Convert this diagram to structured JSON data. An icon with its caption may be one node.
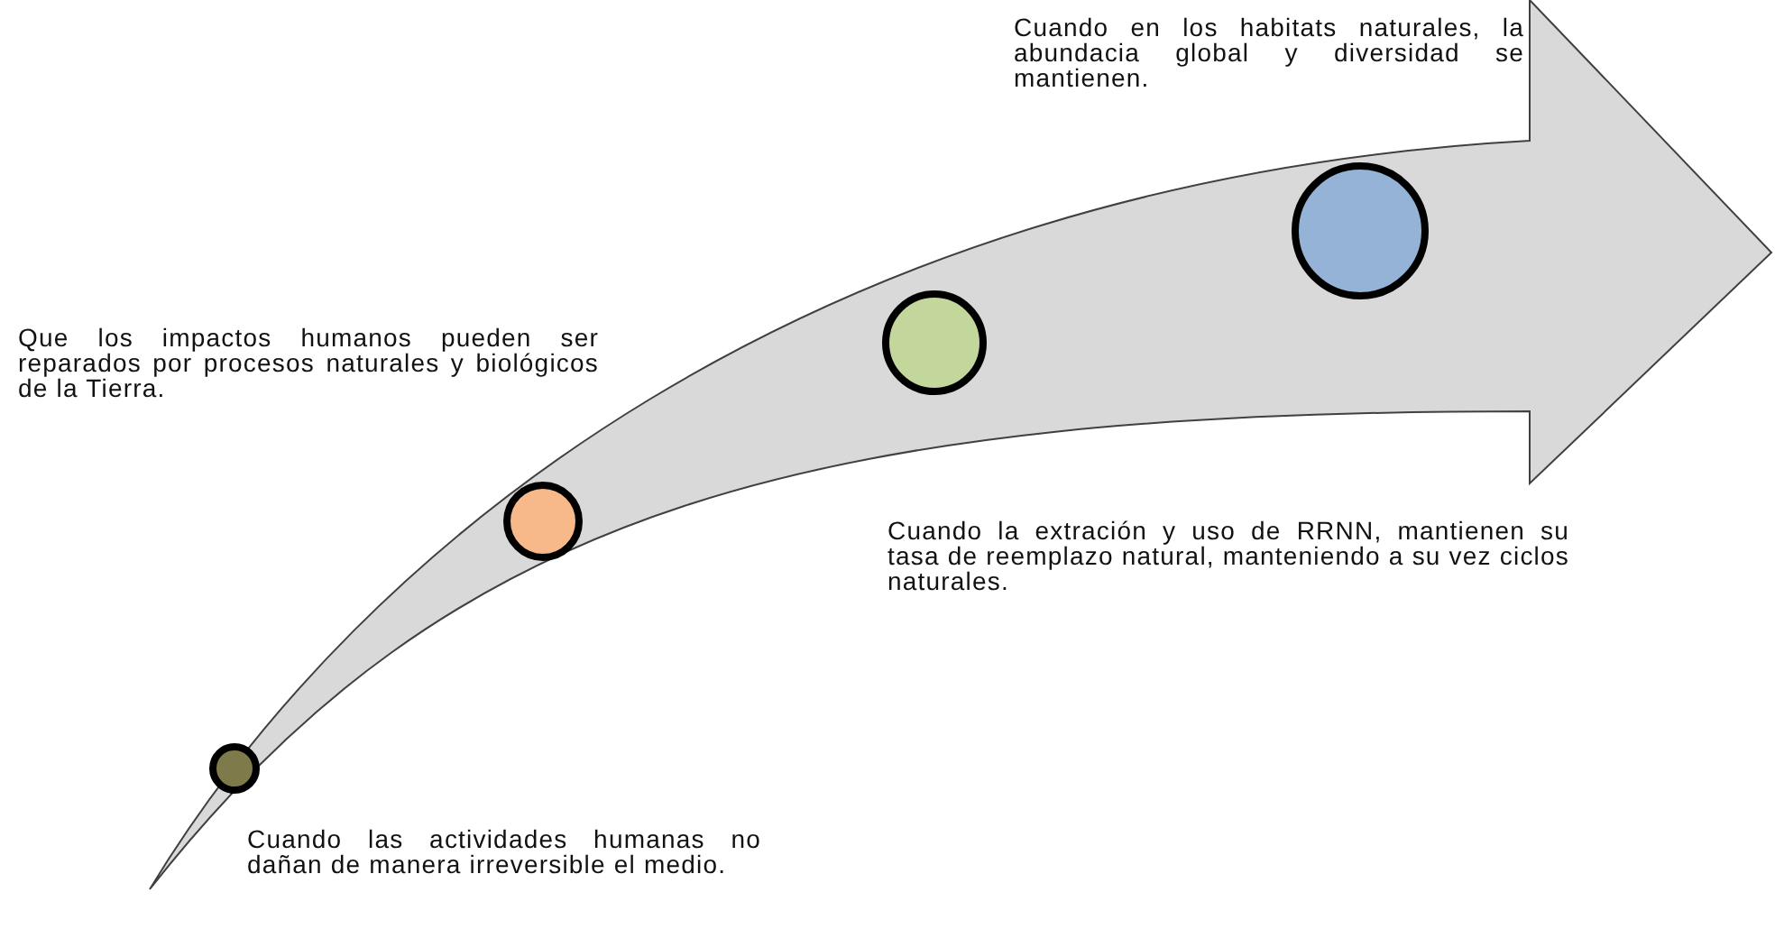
{
  "diagram": {
    "nodes": [
      {
        "text": [],
        "shape": "circle"
      },
      {
        "text": [],
        "shape": "circle"
      },
      {
        "text": [],
        "shape": "circle"
      },
      {
        "text": [],
        "shape": "circle"
      }
    ],
    "labels": [
      "Cuando en los habitats naturales, la abundacia global y diversidad se mantienen.",
      "Que los impactos humanos pueden ser reparados por procesos naturales y biológicos de la Tierra.",
      "Cuando la extración y uso de RRNN, mantienen su tasa de reemplazo natural, manteniendo a su vez ciclos naturales.",
      "Cuando las actividades humanas no dañan de manera irreversible el medio."
    ]
  }
}
